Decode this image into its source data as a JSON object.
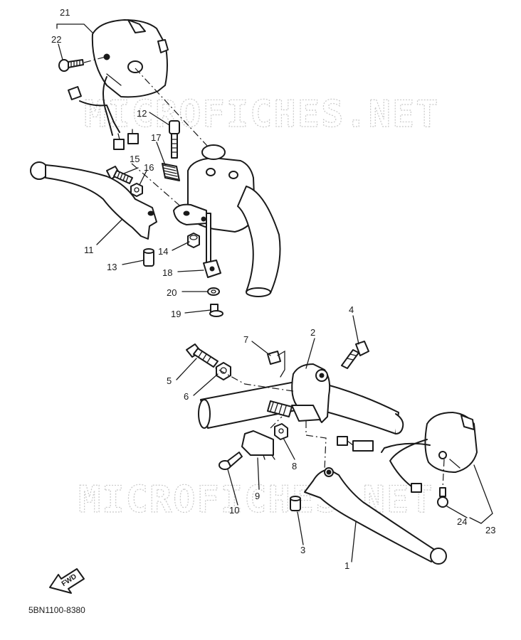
{
  "watermark": {
    "text": "MICROFICHES.NET"
  },
  "fwd_label": "FWD",
  "diagram_code": "5BN1100-8380",
  "callouts": {
    "p1": "1",
    "p2": "2",
    "p3": "3",
    "p4": "4",
    "p5": "5",
    "p6": "6",
    "p7": "7",
    "p8": "8",
    "p9": "9",
    "p10": "10",
    "p11": "11",
    "p12": "12",
    "p13": "13",
    "p14": "14",
    "p15": "15",
    "p16": "16",
    "p17": "17",
    "p18": "18",
    "p19": "19",
    "p20": "20",
    "p21": "21",
    "p22": "22",
    "p23": "23",
    "p24": "24"
  },
  "colors": {
    "ink": "#1a1a1a",
    "watermark": "#c9c9c9",
    "background": "#ffffff"
  }
}
